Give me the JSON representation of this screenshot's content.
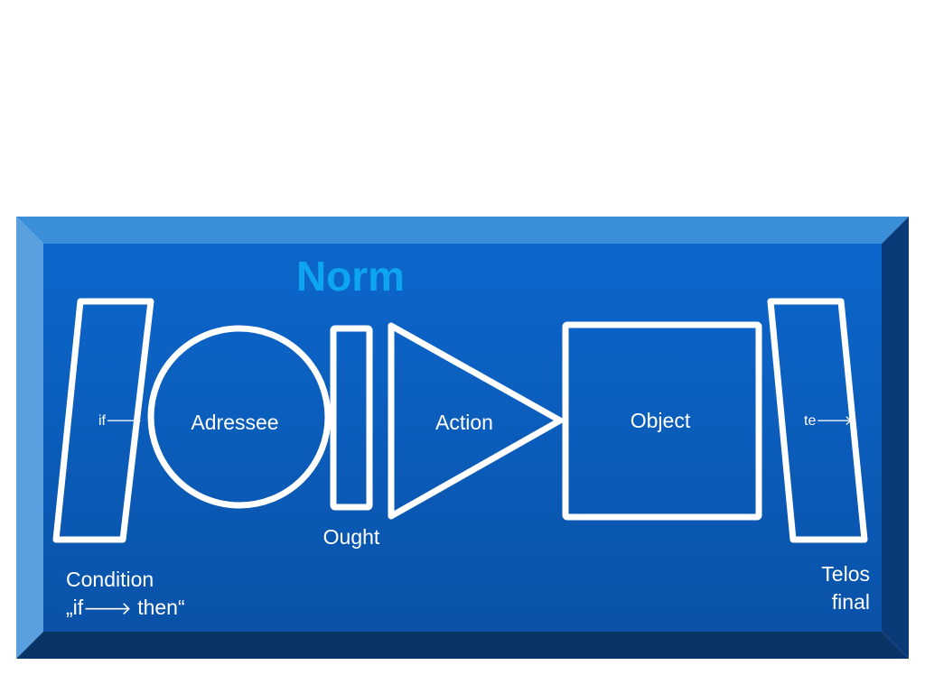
{
  "colors": {
    "page_background": "#ffffff",
    "panel_face": "#0b62c4",
    "panel_face_dark": "#0a4fa3",
    "bevel_top": "#3a8fd8",
    "bevel_left": "#5a9fdd",
    "bevel_right": "#0a3a78",
    "bevel_bottom": "#083466",
    "title": "#0ea5f0",
    "shape_stroke": "#ffffff",
    "text": "#ffffff"
  },
  "diagram": {
    "title": "Norm",
    "shapes": {
      "condition": {
        "inner_label": "if"
      },
      "addressee": {
        "label": "Adressee"
      },
      "ought": {
        "label": "Ought"
      },
      "action": {
        "label": "Action"
      },
      "object": {
        "label": "Object"
      },
      "telos": {
        "inner_label": "te"
      }
    },
    "arrow_glyph": "🡒",
    "condition_caption": {
      "line1": "Condition",
      "line2_prefix": "„if",
      "line2_suffix": " then“"
    },
    "telos_caption": {
      "line1": "Telos",
      "line2": "final"
    }
  }
}
